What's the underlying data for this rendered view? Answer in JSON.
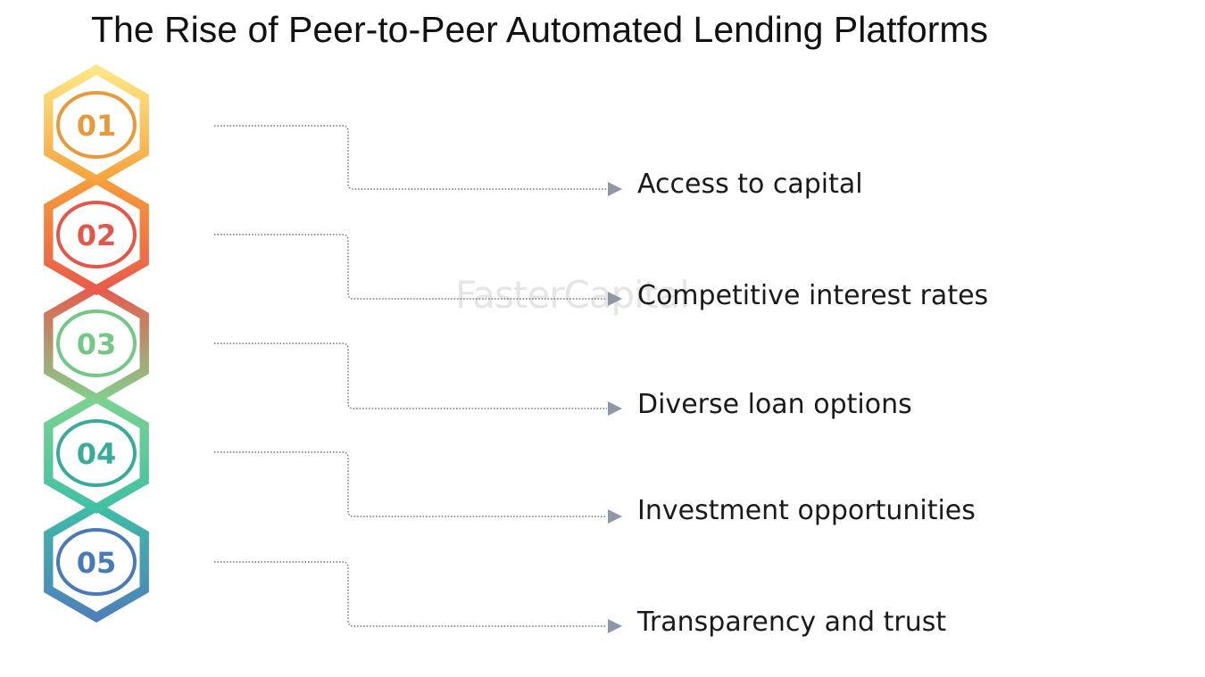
{
  "title": "The Rise of Peer-to-Peer Automated Lending Platforms",
  "watermark": "FasterCapital",
  "steps": [
    {
      "number": "01",
      "label": "Access to capital",
      "color": "#e89a3a",
      "hex_top": "#fde98a",
      "hex_bottom": "#f5a13b"
    },
    {
      "number": "02",
      "label": "Competitive interest rates",
      "color": "#e2574c",
      "hex_top": "#f6a13b",
      "hex_bottom": "#e9574c"
    },
    {
      "number": "03",
      "label": "Diverse loan options",
      "color": "#74c887",
      "hex_top": "#e9574c",
      "hex_bottom": "#7fd38f"
    },
    {
      "number": "04",
      "label": "Investment opportunities",
      "color": "#3aab9b",
      "hex_top": "#7fd38f",
      "hex_bottom": "#3fbfa5"
    },
    {
      "number": "05",
      "label": "Transparency and trust",
      "color": "#4a7ab5",
      "hex_top": "#3fbfa5",
      "hex_bottom": "#4f7dbb"
    }
  ]
}
